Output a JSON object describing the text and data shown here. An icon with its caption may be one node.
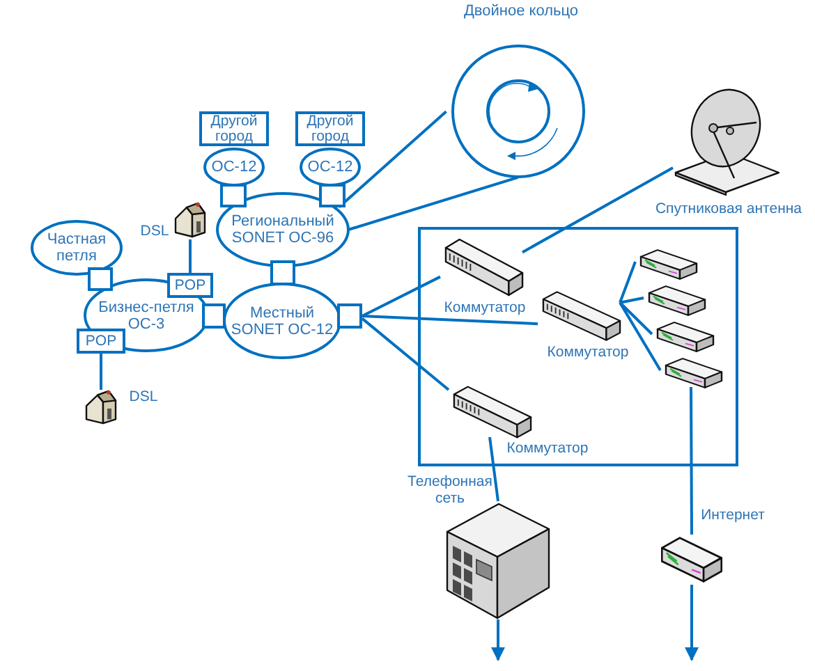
{
  "diagram": {
    "nodes": [
      {
        "text": [
          "Двойное кольцо"
        ]
      },
      {
        "text": [
          "Другой город"
        ]
      },
      {
        "text": [
          "Другой город"
        ]
      },
      {
        "text": [
          "OC-12"
        ]
      },
      {
        "text": [
          "OC-12"
        ]
      },
      {
        "text": [],
        "shape": "box"
      },
      {
        "text": [],
        "shape": "box"
      },
      {
        "text": [
          "Региональный SONET OC-96"
        ]
      },
      {
        "text": [],
        "shape": "picture",
        "beside": [
          "DSL"
        ]
      },
      {
        "text": [
          "Частная петля"
        ]
      },
      {
        "text": [],
        "shape": "box"
      },
      {
        "text": [
          "POP"
        ]
      },
      {
        "text": [
          "Бизнес-петля OC-3"
        ]
      },
      {
        "text": [],
        "shape": "box"
      },
      {
        "text": [],
        "shape": "box"
      },
      {
        "text": [
          "Местный SONET OC-12"
        ]
      },
      {
        "text": [],
        "shape": "box"
      },
      {
        "text": [
          "POP"
        ]
      },
      {
        "text": [],
        "shape": "picture",
        "beside": [
          "DSL"
        ]
      },
      {
        "text": [],
        "shape": "picture",
        "beside": [
          "Спутниковая антенна"
        ]
      },
      {
        "text": [],
        "shape": "box"
      },
      {
        "text": [],
        "shape": "picture",
        "in": 20,
        "beside": [
          "Коммутатор"
        ]
      },
      {
        "text": [],
        "shape": "picture",
        "in": 20,
        "beside": [
          "Коммутатор"
        ]
      },
      {
        "text": [],
        "shape": "picture",
        "in": 20,
        "beside": [
          "Коммутатор"
        ]
      },
      {
        "text": [],
        "shape": "picture",
        "in": 20
      },
      {
        "text": [],
        "shape": "picture",
        "in": 20
      },
      {
        "text": [],
        "shape": "picture",
        "in": 20
      },
      {
        "text": [],
        "shape": "picture",
        "in": 20
      },
      {
        "text": [],
        "shape": "picture",
        "beside": [
          "Телефонная сеть"
        ]
      },
      {
        "text": [],
        "shape": "picture",
        "beside": [
          "Интернет"
        ]
      }
    ],
    "edges": [
      {
        "from": 7,
        "to": 0,
        "arrow": "none"
      },
      {
        "from": 7,
        "to": 0,
        "arrow": "none"
      },
      {
        "from": 8,
        "to": 11,
        "arrow": "none"
      },
      {
        "from": 17,
        "to": 18,
        "arrow": "none"
      },
      {
        "from": 16,
        "to": 21,
        "arrow": "none"
      },
      {
        "from": 16,
        "to": 22,
        "arrow": "none"
      },
      {
        "from": 16,
        "to": 23,
        "arrow": "none"
      },
      {
        "from": 21,
        "to": 19,
        "arrow": "none"
      },
      {
        "from": 22,
        "to": 24,
        "arrow": "none"
      },
      {
        "from": 22,
        "to": 25,
        "arrow": "none"
      },
      {
        "from": 22,
        "to": 26,
        "arrow": "none"
      },
      {
        "from": 22,
        "to": 27,
        "arrow": "none"
      },
      {
        "from": 23,
        "to": 28,
        "arrow": "none"
      },
      {
        "from": 27,
        "to": 29,
        "arrow": "none"
      },
      {
        "from": 28,
        "to": null,
        "arrow": "to"
      },
      {
        "from": 29,
        "to": null,
        "arrow": "to"
      }
    ]
  }
}
